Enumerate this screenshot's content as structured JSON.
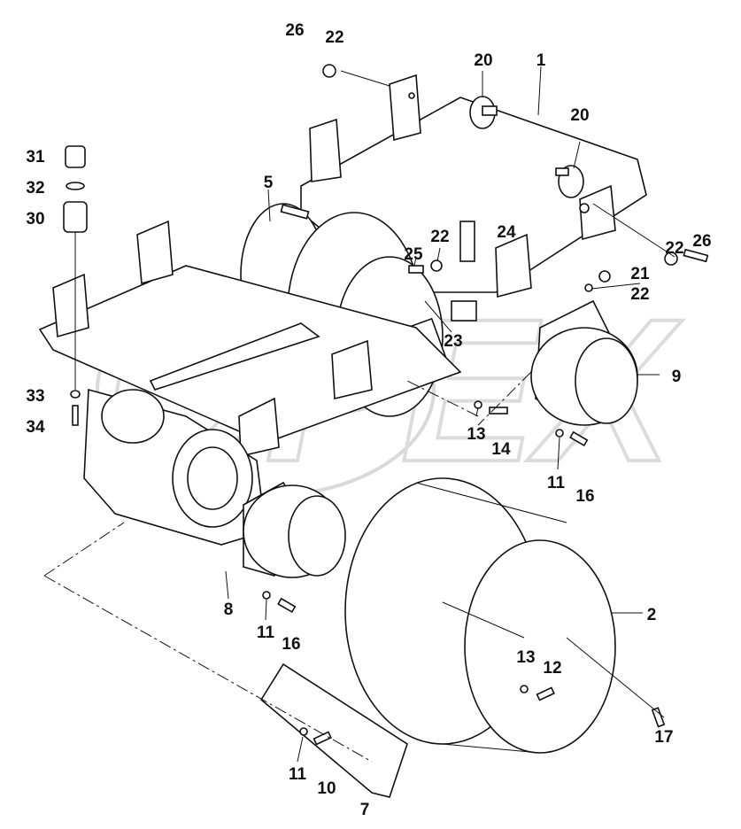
{
  "diagram": {
    "watermark": "OPEX",
    "callouts": [
      "26",
      "22",
      "20",
      "1",
      "20",
      "5",
      "31",
      "32",
      "30",
      "24",
      "22",
      "25",
      "22",
      "26",
      "21",
      "22",
      "23",
      "9",
      "33",
      "34",
      "13",
      "14",
      "11",
      "16",
      "8",
      "11",
      "16",
      "2",
      "13",
      "12",
      "17",
      "11",
      "10",
      "7"
    ]
  }
}
